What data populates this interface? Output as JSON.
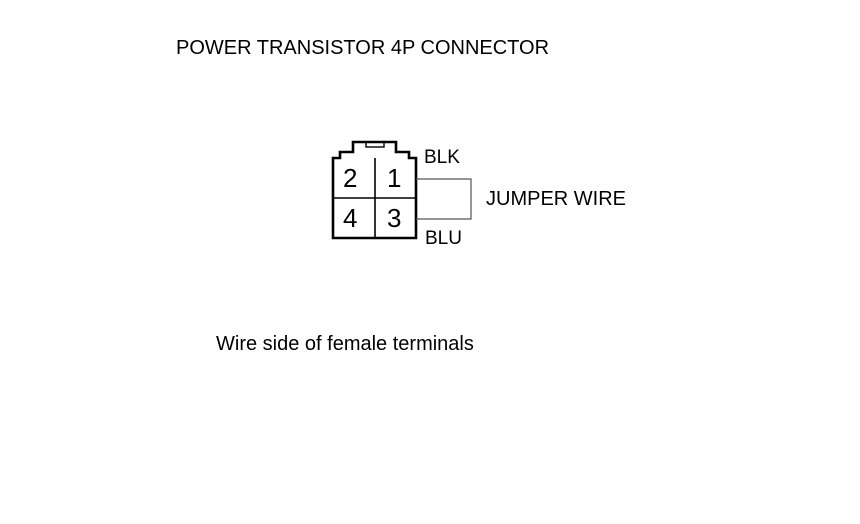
{
  "title": "POWER TRANSISTOR 4P CONNECTOR",
  "footer": "Wire side of female terminals",
  "wires": {
    "top": "BLK",
    "bottom": "BLU",
    "jumper": "JUMPER WIRE"
  },
  "pins": [
    "2",
    "1",
    "4",
    "3"
  ],
  "colors": {
    "line": "#000000",
    "jumper": "#555555"
  }
}
